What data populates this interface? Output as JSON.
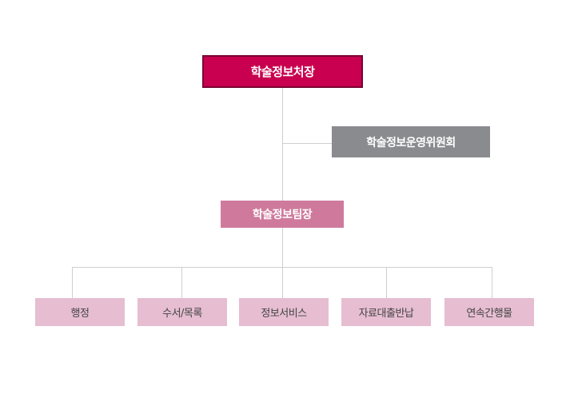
{
  "org_chart": {
    "head": "학술정보처장",
    "committee": "학술정보운영위원회",
    "team_lead": "학술정보팀장",
    "units": [
      "행정",
      "수서/목록",
      "정보서비스",
      "자료대출반납",
      "연속간행물"
    ]
  },
  "colors": {
    "head_bg": "#c8004f",
    "committee_bg": "#8a8b8f",
    "team_bg": "#cf7a9c",
    "unit_bg": "#e6bdd1",
    "connector": "#cfcfcf"
  }
}
